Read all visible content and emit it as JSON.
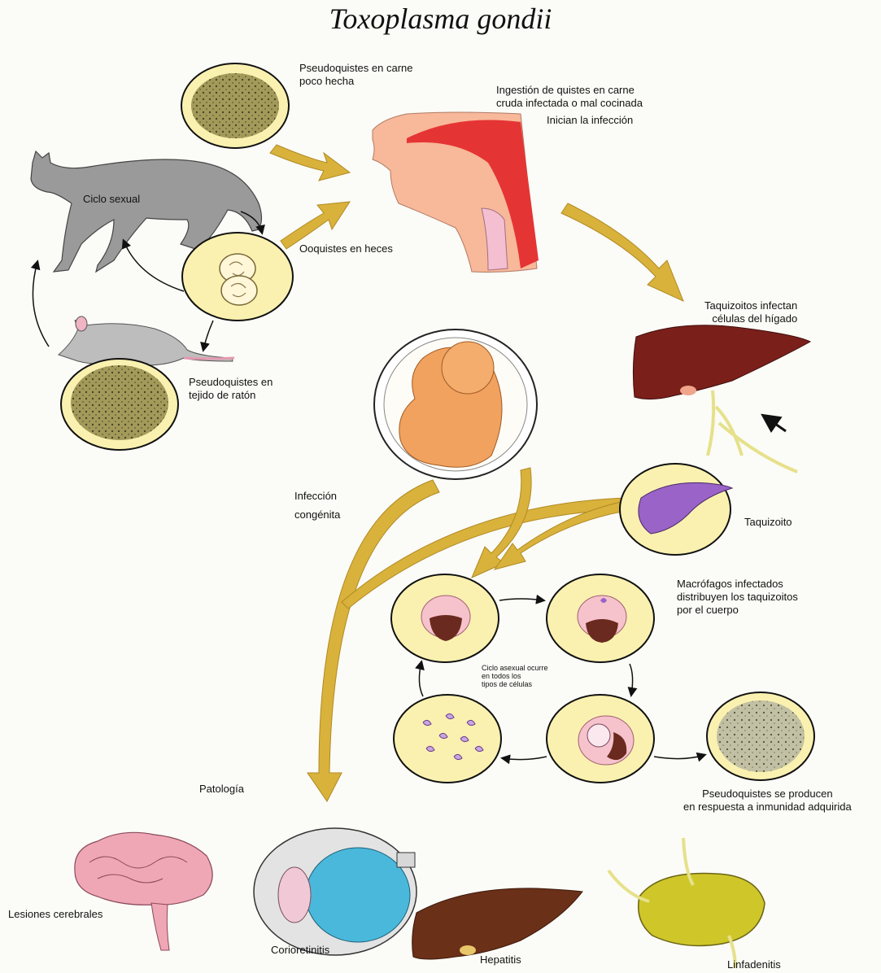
{
  "title": "Toxoplasma gondii",
  "colors": {
    "arrow": "#d9b23c",
    "circle_fill": "#faf1b0",
    "liver": "#7a1f1a",
    "brain": "#f0a7b5",
    "eye": "#4ab8da",
    "node": "#cfc62a"
  },
  "labels": {
    "pseudo_carne": [
      "Pseudoquistes en carne",
      "poco hecha"
    ],
    "ingestion": [
      "Ingestión de quistes en carne",
      "cruda infectada o mal cocinada"
    ],
    "inician": "Inician la infección",
    "ciclo_sexual": "Ciclo sexual",
    "ooquistes": "Ooquistes en heces",
    "pseudo_raton": [
      "Pseudoquistes en",
      "tejido de ratón"
    ],
    "taquizoitos_higado": [
      "Taquizoitos infectan",
      "células del  hígado"
    ],
    "infeccion_congenita": [
      "Infección",
      "congénita"
    ],
    "taquizoito": "Taquizoito",
    "macrofagos": [
      "Macrófagos infectados",
      "distribuyen los taquizoitos",
      "por el cuerpo"
    ],
    "ciclo_asexual": [
      "Ciclo asexual ocurre",
      "en todos los",
      "tipos de células"
    ],
    "patologia": "Patología",
    "pseudo_inmunidad": [
      "Pseudoquistes se producen",
      "en respuesta a inmunidad adquirida"
    ],
    "lesiones": "Lesiones cerebrales",
    "corioretinitis": "Corioretinitis",
    "hepatitis": "Hepatitis",
    "linfadenitis": "Linfadenitis"
  }
}
